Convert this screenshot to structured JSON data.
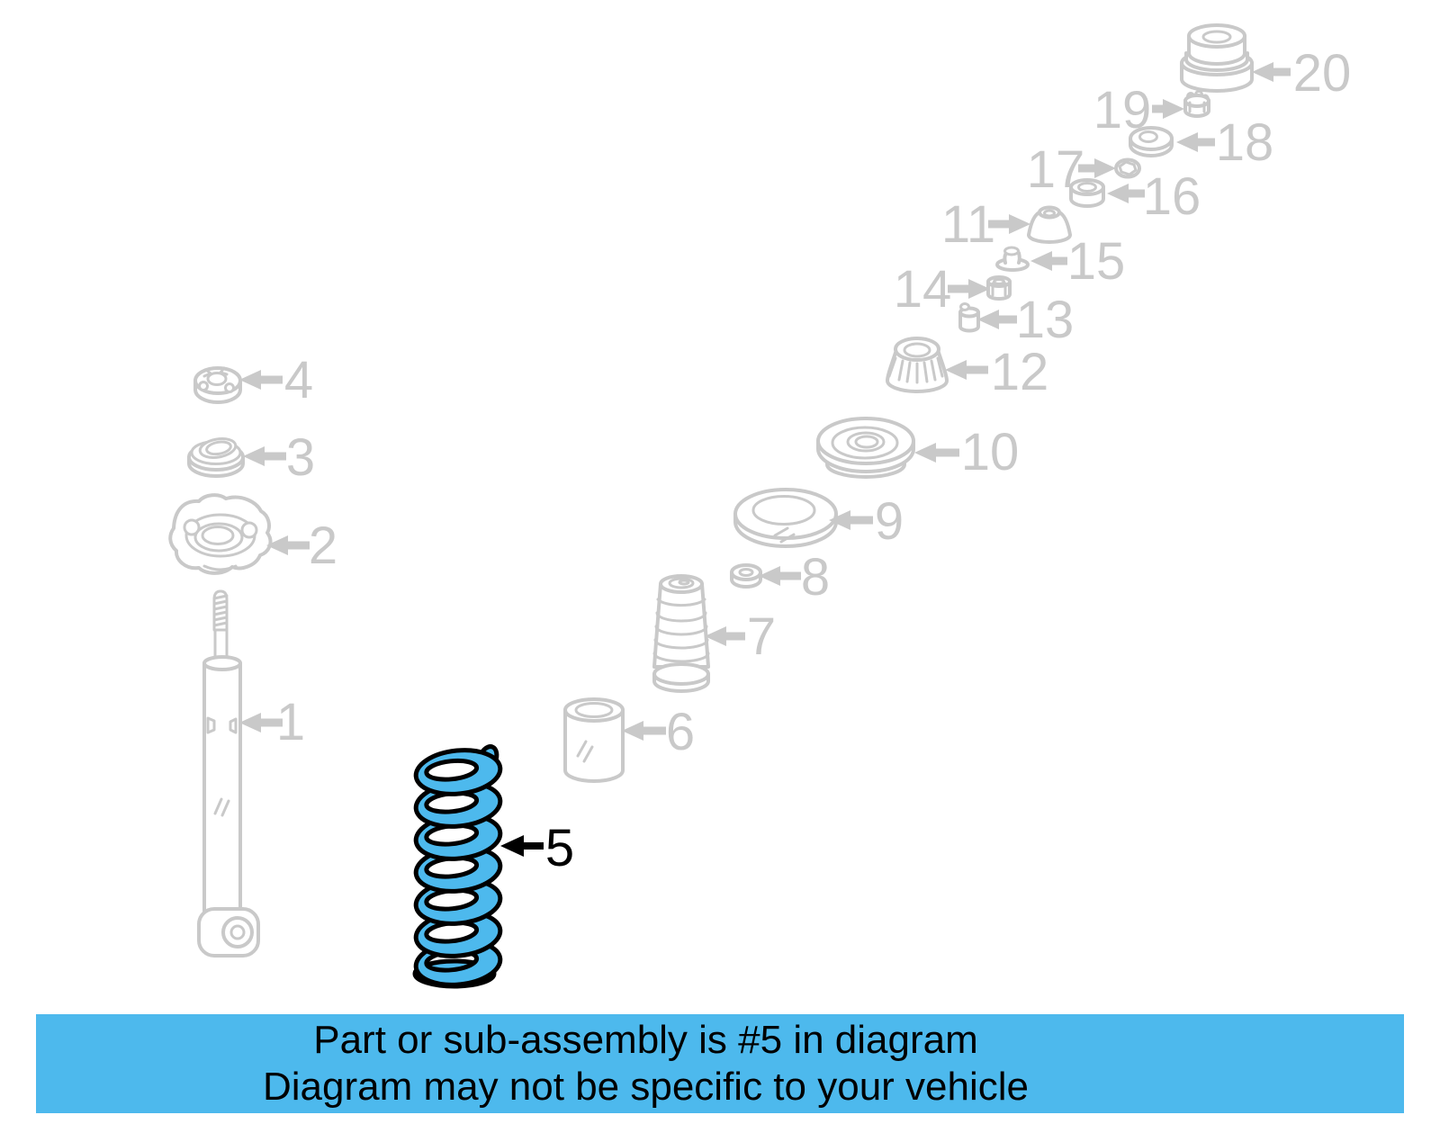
{
  "diagram": {
    "highlighted_part": "5",
    "colors": {
      "highlight_fill": "#4db9ed",
      "highlight_outline": "#000000",
      "part_line_gray": "#c9c9c9",
      "banner_background": "#4db9ed",
      "banner_text": "#000000"
    },
    "parts": [
      {
        "label": "1"
      },
      {
        "label": "2"
      },
      {
        "label": "3"
      },
      {
        "label": "4"
      },
      {
        "label": "5"
      },
      {
        "label": "6"
      },
      {
        "label": "7"
      },
      {
        "label": "8"
      },
      {
        "label": "9"
      },
      {
        "label": "10"
      },
      {
        "label": "11"
      },
      {
        "label": "12"
      },
      {
        "label": "13"
      },
      {
        "label": "14"
      },
      {
        "label": "15"
      },
      {
        "label": "16"
      },
      {
        "label": "17"
      },
      {
        "label": "18"
      },
      {
        "label": "19"
      },
      {
        "label": "20"
      }
    ]
  },
  "banner": {
    "line1": "Part or sub-assembly is #5 in diagram",
    "line2": "Diagram may not be specific to your vehicle"
  }
}
